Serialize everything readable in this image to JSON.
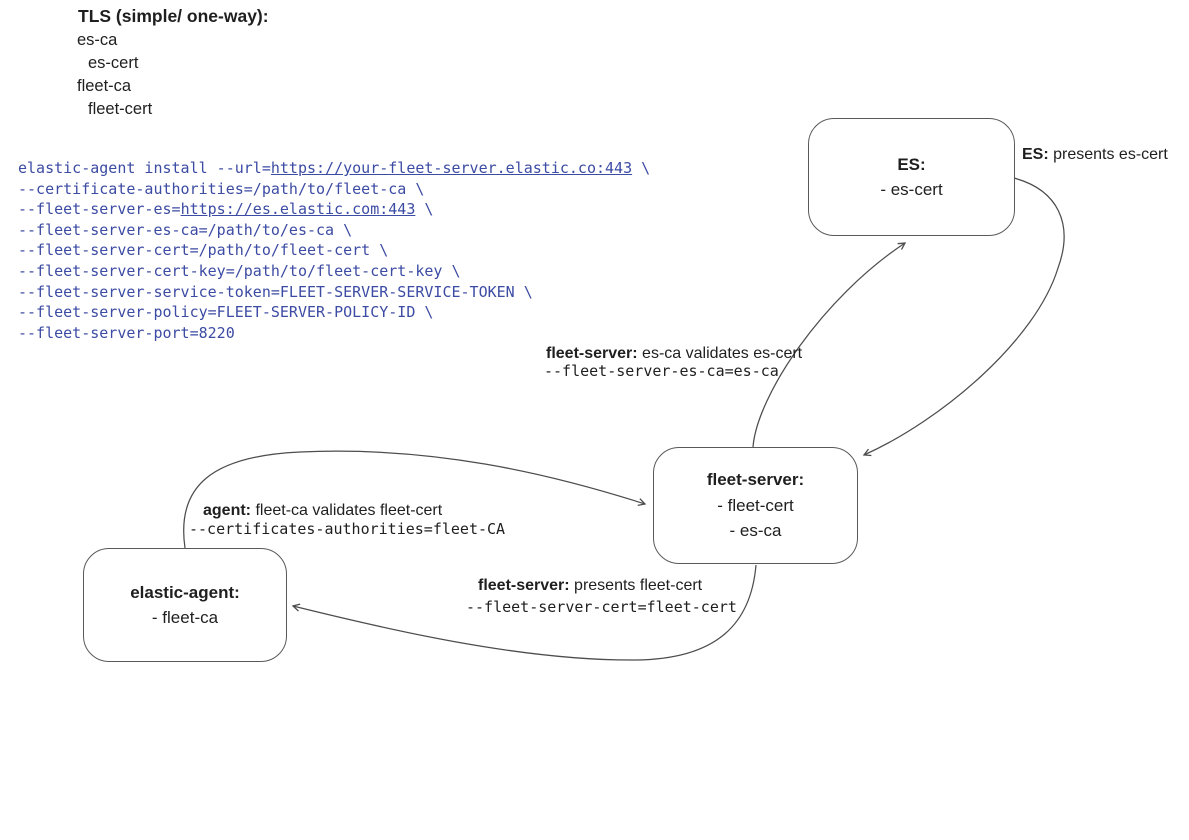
{
  "header": {
    "title": "TLS (simple/ one-way):",
    "items": [
      "es-ca",
      "es-cert",
      "fleet-ca",
      "fleet-cert"
    ]
  },
  "command": {
    "lines": [
      [
        {
          "t": "elastic-agent install --url="
        },
        {
          "t": "https://your-fleet-server.elastic.co:443",
          "u": true
        },
        {
          "t": " \\"
        }
      ],
      [
        {
          "t": "--certificate-authorities=/path/to/fleet-ca \\"
        }
      ],
      [
        {
          "t": "--fleet-server-es="
        },
        {
          "t": "https://es.elastic.com:443",
          "u": true
        },
        {
          "t": " \\"
        }
      ],
      [
        {
          "t": "--fleet-server-es-ca=/path/to/es-ca \\"
        }
      ],
      [
        {
          "t": "--fleet-server-cert=/path/to/fleet-cert \\"
        }
      ],
      [
        {
          "t": "--fleet-server-cert-key=/path/to/fleet-cert-key \\"
        }
      ],
      [
        {
          "t": "--fleet-server-service-token=FLEET-SERVER-SERVICE-TOKEN \\"
        }
      ],
      [
        {
          "t": "--fleet-server-policy=FLEET-SERVER-POLICY-ID \\"
        }
      ],
      [
        {
          "t": "--fleet-server-port=8220"
        }
      ]
    ]
  },
  "nodes": {
    "es": {
      "title": "ES:",
      "items": [
        "- es-cert"
      ]
    },
    "fleet_server": {
      "title": "fleet-server:",
      "items": [
        "- fleet-cert",
        "- es-ca"
      ]
    },
    "elastic_agent": {
      "title": "elastic-agent:",
      "items": [
        "- fleet-ca"
      ]
    }
  },
  "edge_labels": {
    "es_presents": {
      "prefix": "ES:",
      "text": " presents es-cert"
    },
    "fleet_validates": {
      "prefix": "fleet-server:",
      "text": " es-ca validates es-cert",
      "code": "--fleet-server-es-ca=es-ca"
    },
    "agent_validates": {
      "prefix": "agent:",
      "text": " fleet-ca validates fleet-cert",
      "code": "--certificates-authorities=fleet-CA"
    },
    "fleet_presents": {
      "prefix": "fleet-server:",
      "text": " presents fleet-cert",
      "code": "--fleet-server-cert=fleet-cert"
    }
  },
  "colors": {
    "code_text": "#3c4ba3",
    "ink": "#1f1f1f",
    "edge_stroke": "#4d4d4d",
    "node_border": "#595959",
    "background": "#ffffff"
  }
}
